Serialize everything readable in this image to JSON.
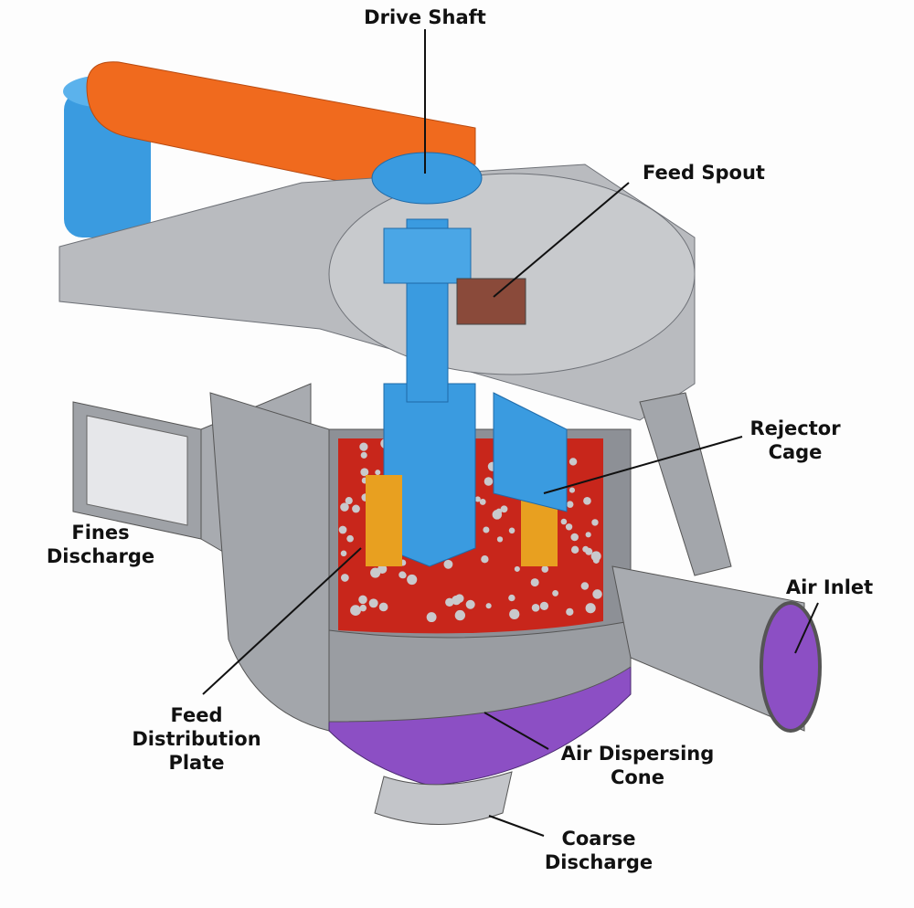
{
  "labels": {
    "drive_shaft": "Drive Shaft",
    "feed_spout": "Feed Spout",
    "rejector_cage_1": "Rejector",
    "rejector_cage_2": "Cage",
    "fines_discharge_1": "Fines",
    "fines_discharge_2": "Discharge",
    "air_inlet": "Air Inlet",
    "feed_distribution_1": "Feed",
    "feed_distribution_2": "Distribution",
    "feed_distribution_3": "Plate",
    "air_dispersing_1": "Air Dispersing",
    "air_dispersing_2": "Cone",
    "coarse_discharge_1": "Coarse",
    "coarse_discharge_2": "Discharge"
  },
  "colors": {
    "housing": "#b9bbbf",
    "housing_dark": "#8d9096",
    "belt_guard": "#f06a1e",
    "motor": "#3a9be0",
    "interior": "#c8261b",
    "cone": "#8c4fc4"
  }
}
